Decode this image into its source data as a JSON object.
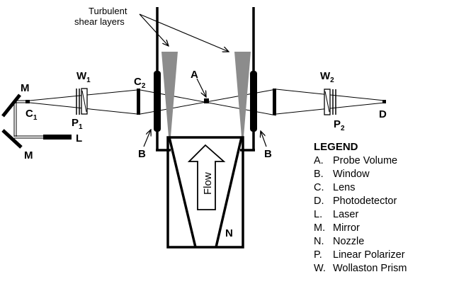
{
  "annotation": {
    "line1": "Turbulent",
    "line2": "shear layers"
  },
  "labels": {
    "A": "A",
    "B_left": "B",
    "B_right": "B",
    "C1_letter": "C",
    "C1_sub": "1",
    "C2_letter": "C",
    "C2_sub": "2",
    "D": "D",
    "L": "L",
    "M_top": "M",
    "M_bottom": "M",
    "N": "N",
    "P1_letter": "P",
    "P1_sub": "1",
    "P2_letter": "P",
    "P2_sub": "2",
    "W1_letter": "W",
    "W1_sub": "1",
    "W2_letter": "W",
    "W2_sub": "2",
    "flow": "Flow"
  },
  "legend": {
    "title": "LEGEND",
    "items": [
      {
        "key": "A.",
        "text": "Probe Volume"
      },
      {
        "key": "B.",
        "text": "Window"
      },
      {
        "key": "C.",
        "text": "Lens"
      },
      {
        "key": "D.",
        "text": "Photodetector"
      },
      {
        "key": "L.",
        "text": "Laser"
      },
      {
        "key": "M.",
        "text": "Mirror"
      },
      {
        "key": "N.",
        "text": "Nozzle"
      },
      {
        "key": "P.",
        "text": "Linear Polarizer"
      },
      {
        "key": "W.",
        "text": "Wollaston Prism"
      }
    ]
  },
  "colors": {
    "line": "#000000",
    "shear_layer": "#8c8c8c",
    "background": "#ffffff"
  }
}
